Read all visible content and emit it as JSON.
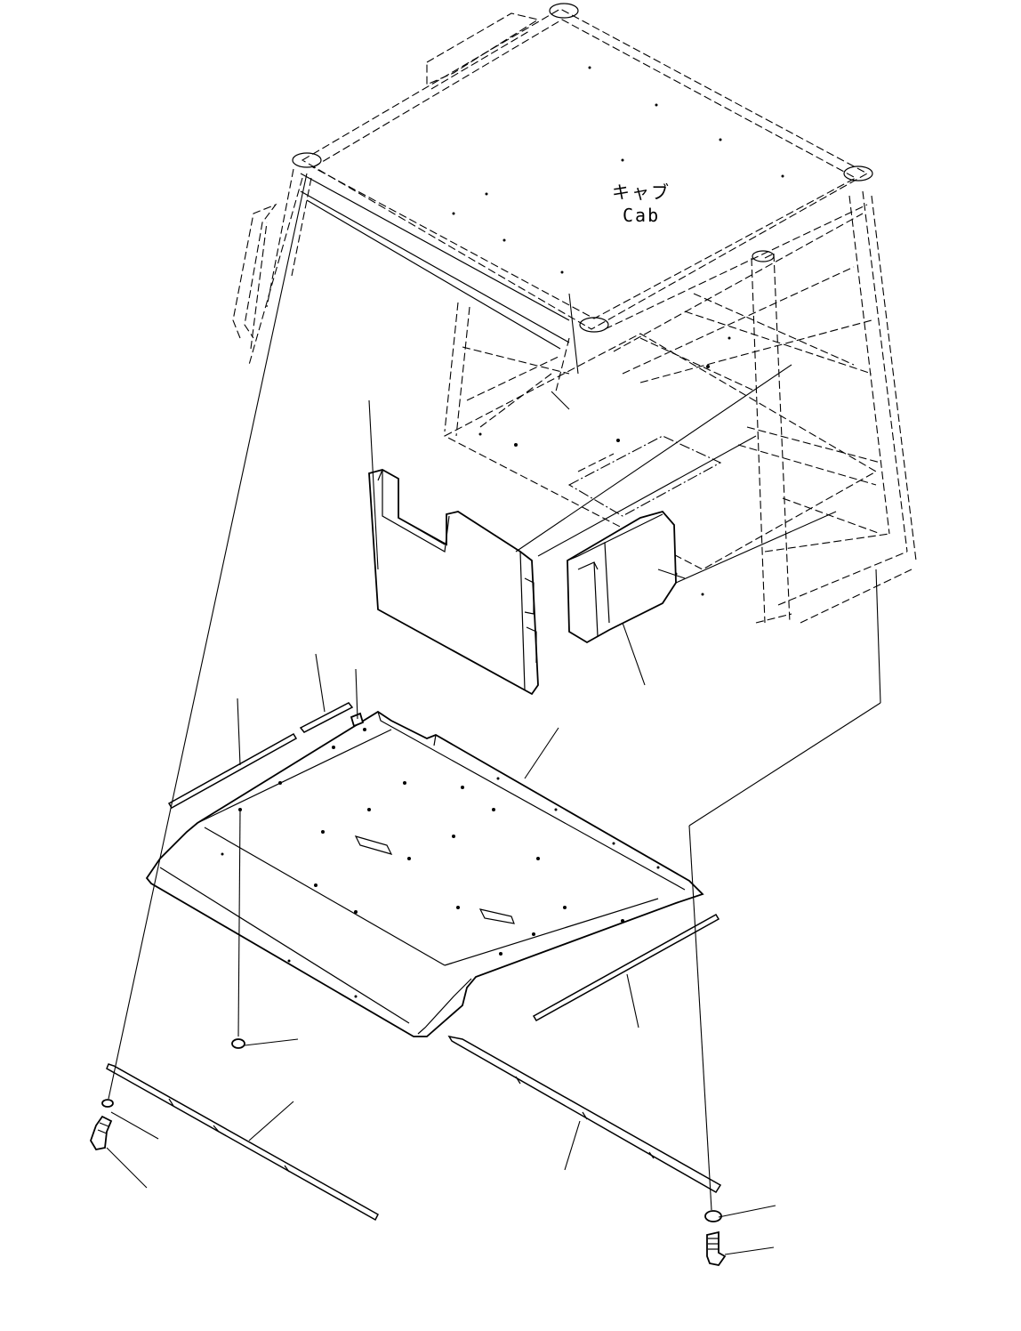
{
  "diagram": {
    "labels": {
      "cab_jp": "キャブ",
      "cab_en": "Cab"
    },
    "icons": {
      "cab_frame": "cab-frame-outline",
      "left_insulation_panel": "insulation-panel-icon",
      "right_insulation_block": "insulation-block-icon",
      "floor_plate": "floor-plate-icon",
      "seal_strips": "seal-strip-icon",
      "bolts": "bolt-icon",
      "washers": "washer-icon"
    }
  }
}
